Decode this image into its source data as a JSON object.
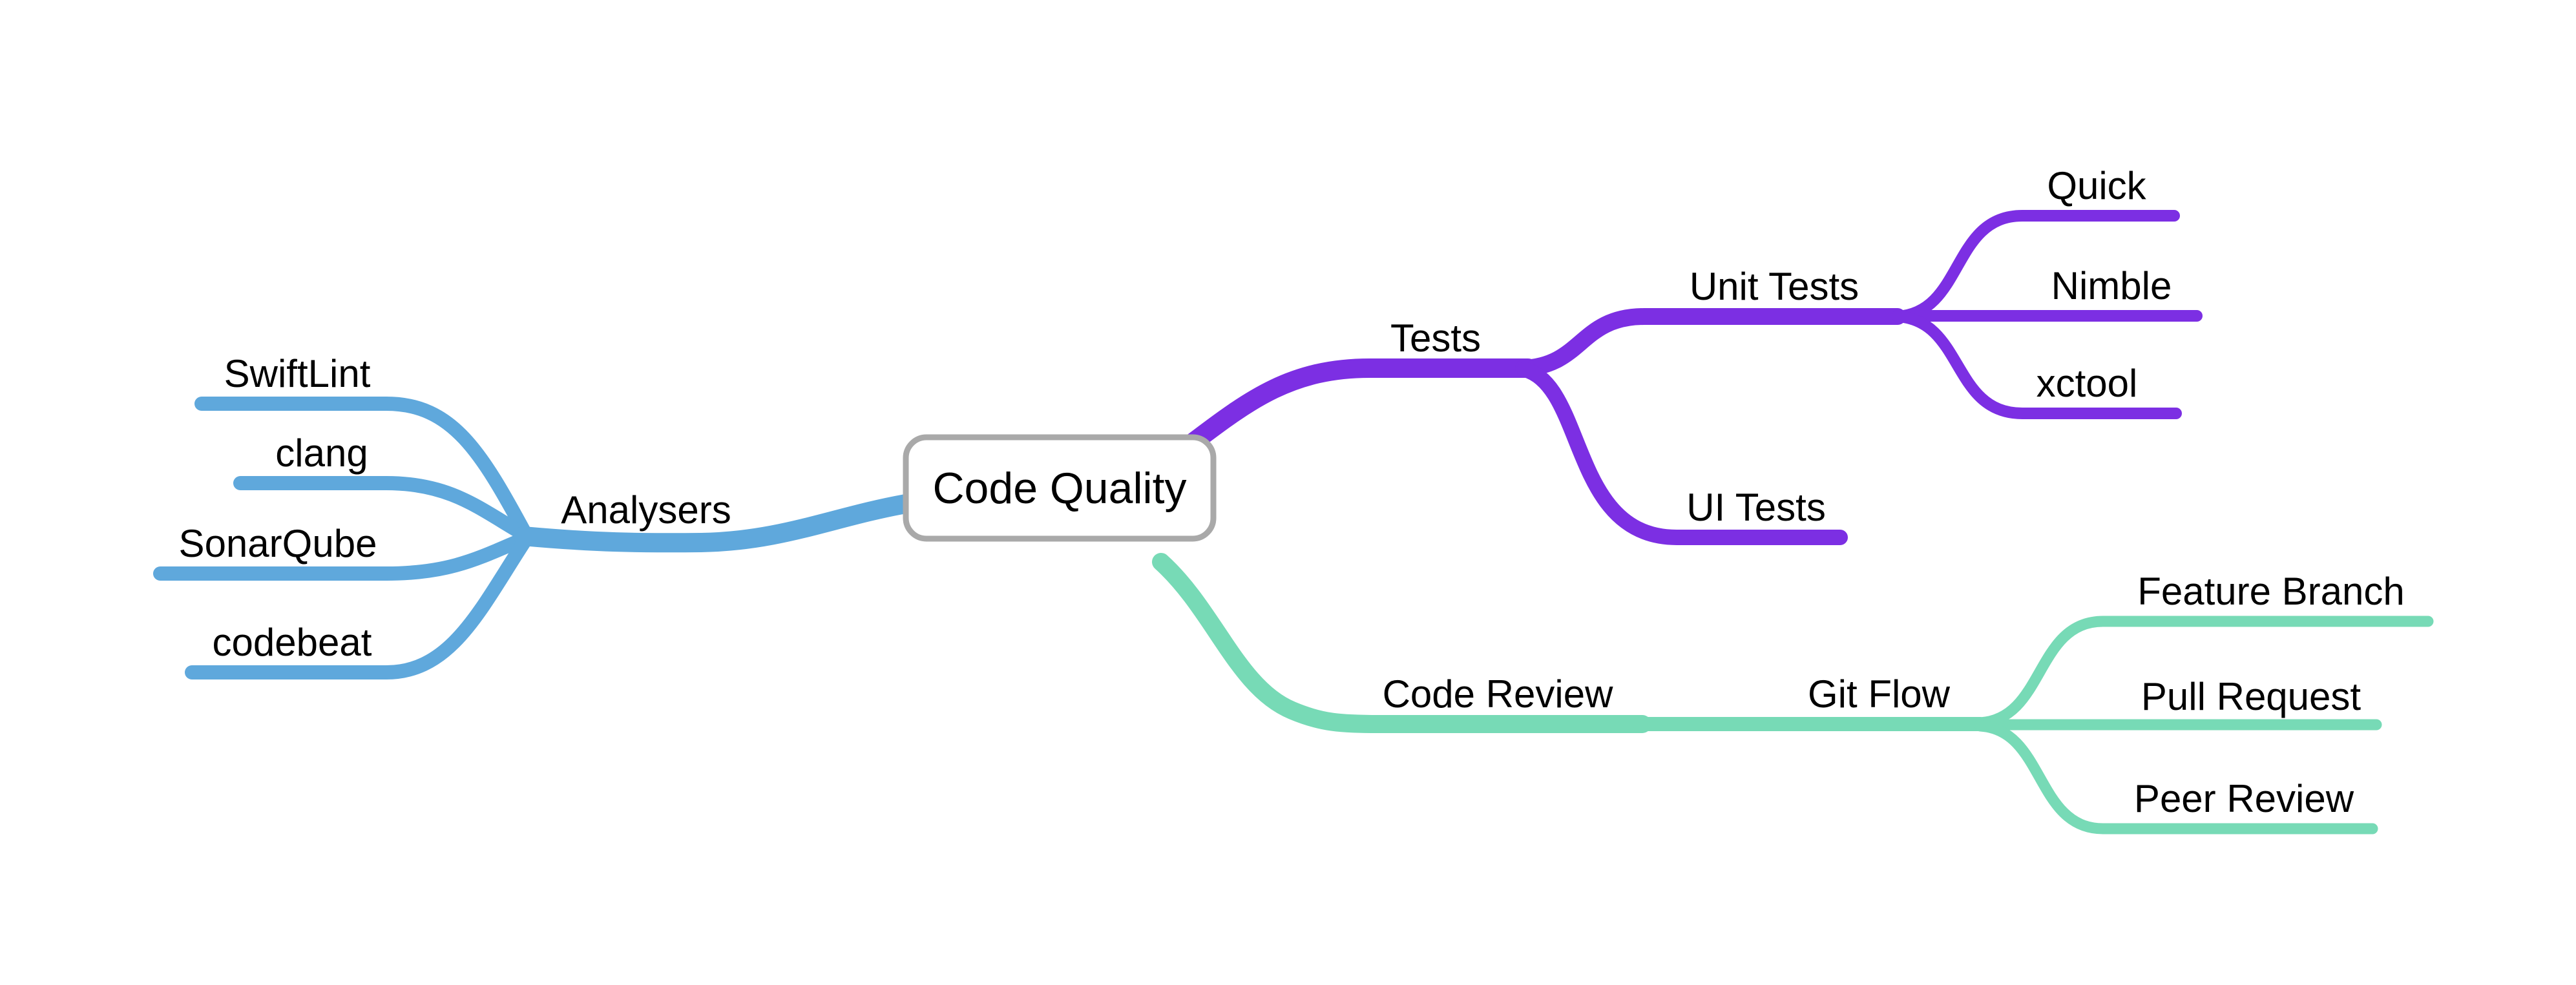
{
  "canvas": {
    "background": "#ffffff"
  },
  "root": {
    "label": "Code Quality",
    "fill": "#ffffff",
    "border_color": "#a9a9a9",
    "text_color": "#000000"
  },
  "branches": [
    {
      "id": "analysers",
      "label": "Analysers",
      "color": "#5fa8dc",
      "side": "left",
      "children": [
        {
          "label": "SwiftLint"
        },
        {
          "label": "clang"
        },
        {
          "label": "SonarQube"
        },
        {
          "label": "codebeat"
        }
      ]
    },
    {
      "id": "tests",
      "label": "Tests",
      "color": "#7c2fe3",
      "side": "right",
      "children": [
        {
          "label": "Unit Tests",
          "children": [
            {
              "label": "Quick"
            },
            {
              "label": "Nimble"
            },
            {
              "label": "xctool"
            }
          ]
        },
        {
          "label": "UI Tests"
        }
      ]
    },
    {
      "id": "code-review",
      "label": "Code Review",
      "color": "#77dab6",
      "side": "right",
      "children": [
        {
          "label": "Git Flow",
          "children": [
            {
              "label": "Feature Branch"
            },
            {
              "label": "Pull Request"
            },
            {
              "label": "Peer Review"
            }
          ]
        }
      ]
    }
  ]
}
